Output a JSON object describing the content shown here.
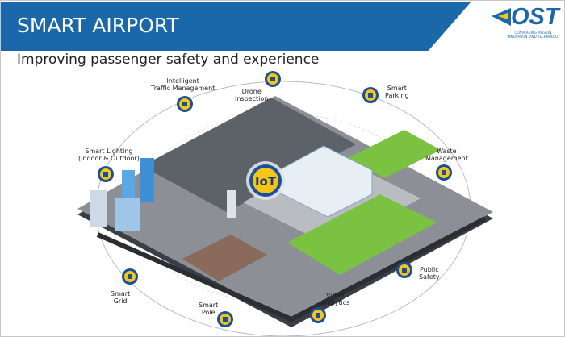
{
  "header": {
    "title": "SMART AIRPORT",
    "subtitle": "Improving passenger safety and experience"
  },
  "logo": {
    "name": "OST",
    "tagline": "CONVERGING MISSION, INNOVATION, AND TECHNOLOGY"
  },
  "colors": {
    "brand_blue": "#1a68aa",
    "accent_yellow": "#f5c518"
  },
  "hub": {
    "label": "IoT"
  },
  "features": [
    {
      "line1": "Intelligent",
      "line2": "Traffic Management",
      "icon": "traffic-light-icon"
    },
    {
      "line1": "Drone",
      "line2": "Inspection",
      "icon": "drone-icon"
    },
    {
      "line1": "Smart",
      "line2": "Parking",
      "icon": "car-icon"
    },
    {
      "line1": "Smart Lighting",
      "line2": "(Indoor & Outdoor)",
      "icon": "lightbulb-icon"
    },
    {
      "line1": "Waste",
      "line2": "Management",
      "icon": "recycle-icon"
    },
    {
      "line1": "Public",
      "line2": "Safety",
      "icon": "shield-icon"
    },
    {
      "line1": "Smart",
      "line2": "Grid",
      "icon": "grid-icon"
    },
    {
      "line1": "Smart",
      "line2": "Pole",
      "icon": "pole-icon"
    },
    {
      "line1": "Video",
      "line2": "Analytics",
      "icon": "camera-icon"
    }
  ]
}
